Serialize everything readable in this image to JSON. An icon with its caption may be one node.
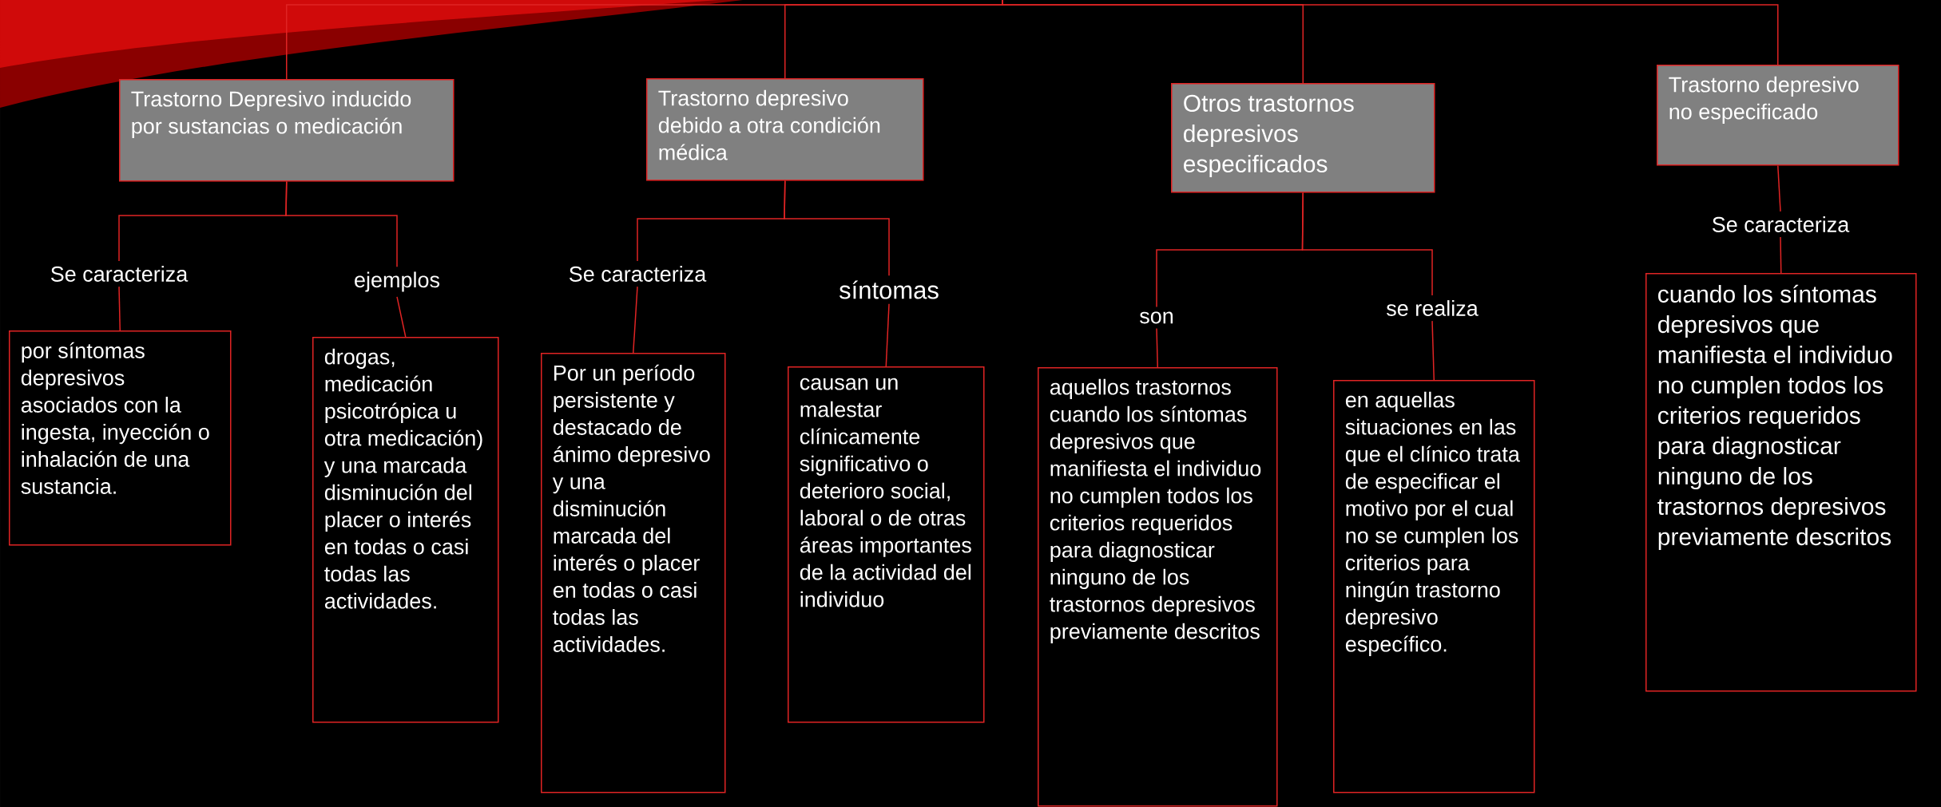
{
  "diagram": {
    "nodes": [
      {
        "text": [
          "Trastorno Depresivo inducido por sustancias o medicación"
        ]
      },
      {
        "text": [
          "Se caracteriza"
        ]
      },
      {
        "text": [
          "ejemplos"
        ]
      },
      {
        "text": [
          "por síntomas depresivos asociados con la ingesta, inyección o inhalación de una sustancia."
        ]
      },
      {
        "text": [
          "drogas, medicación psicotrópica u otra medicación) y una marcada disminución del placer o interés en todas o casi todas las actividades."
        ]
      },
      {
        "text": [
          "Trastorno depresivo debido a otra condición médica"
        ]
      },
      {
        "text": [
          "Se caracteriza"
        ]
      },
      {
        "text": [
          "síntomas"
        ]
      },
      {
        "text": [
          "Por un período persistente y destacado de ánimo depresivo y una disminución marcada del interés o placer en todas o casi todas las actividades."
        ]
      },
      {
        "text": [
          "causan un malestar clínicamente significativo o deterioro social, laboral o de otras áreas importantes de la actividad del individuo"
        ]
      },
      {
        "text": [
          "Otros trastornos depresivos especificados"
        ]
      },
      {
        "text": [
          "son"
        ]
      },
      {
        "text": [
          "se realiza"
        ]
      },
      {
        "text": [
          "aquellos trastornos cuando los síntomas depresivos que manifiesta el individuo no cumplen todos los criterios requeridos para diagnosticar ninguno de los trastornos depresivos previamente descritos"
        ]
      },
      {
        "text": [
          "en aquellas situaciones en las que el clínico trata de especificar el motivo por el cual no se cumplen los criterios para ningún trastorno depresivo específico."
        ]
      },
      {
        "text": [
          "Trastorno depresivo no especificado"
        ]
      },
      {
        "text": [
          "Se caracteriza"
        ]
      },
      {
        "text": [
          "cuando los síntomas depresivos que manifiesta el individuo no cumplen todos los criterios requeridos para diagnosticar ninguno de los trastornos depresivos previamente descritos"
        ]
      }
    ],
    "edges": [
      {
        "from": null,
        "to": 0,
        "arrow": "none"
      },
      {
        "from": null,
        "to": 5,
        "arrow": "none"
      },
      {
        "from": null,
        "to": 10,
        "arrow": "none"
      },
      {
        "from": null,
        "to": 15,
        "arrow": "none"
      },
      {
        "from": 0,
        "to": 1,
        "arrow": "none"
      },
      {
        "from": 0,
        "to": 2,
        "arrow": "none"
      },
      {
        "from": 1,
        "to": 3,
        "arrow": "none"
      },
      {
        "from": 2,
        "to": 4,
        "arrow": "none"
      },
      {
        "from": 5,
        "to": 6,
        "arrow": "none"
      },
      {
        "from": 5,
        "to": 7,
        "arrow": "none"
      },
      {
        "from": 6,
        "to": 8,
        "arrow": "none"
      },
      {
        "from": 7,
        "to": 9,
        "arrow": "none"
      },
      {
        "from": 10,
        "to": 11,
        "arrow": "none"
      },
      {
        "from": 10,
        "to": 12,
        "arrow": "none"
      },
      {
        "from": 11,
        "to": 13,
        "arrow": "none"
      },
      {
        "from": 12,
        "to": 14,
        "arrow": "none"
      },
      {
        "from": 15,
        "to": 16,
        "arrow": "none"
      },
      {
        "from": 16,
        "to": 17,
        "arrow": "none"
      }
    ]
  }
}
